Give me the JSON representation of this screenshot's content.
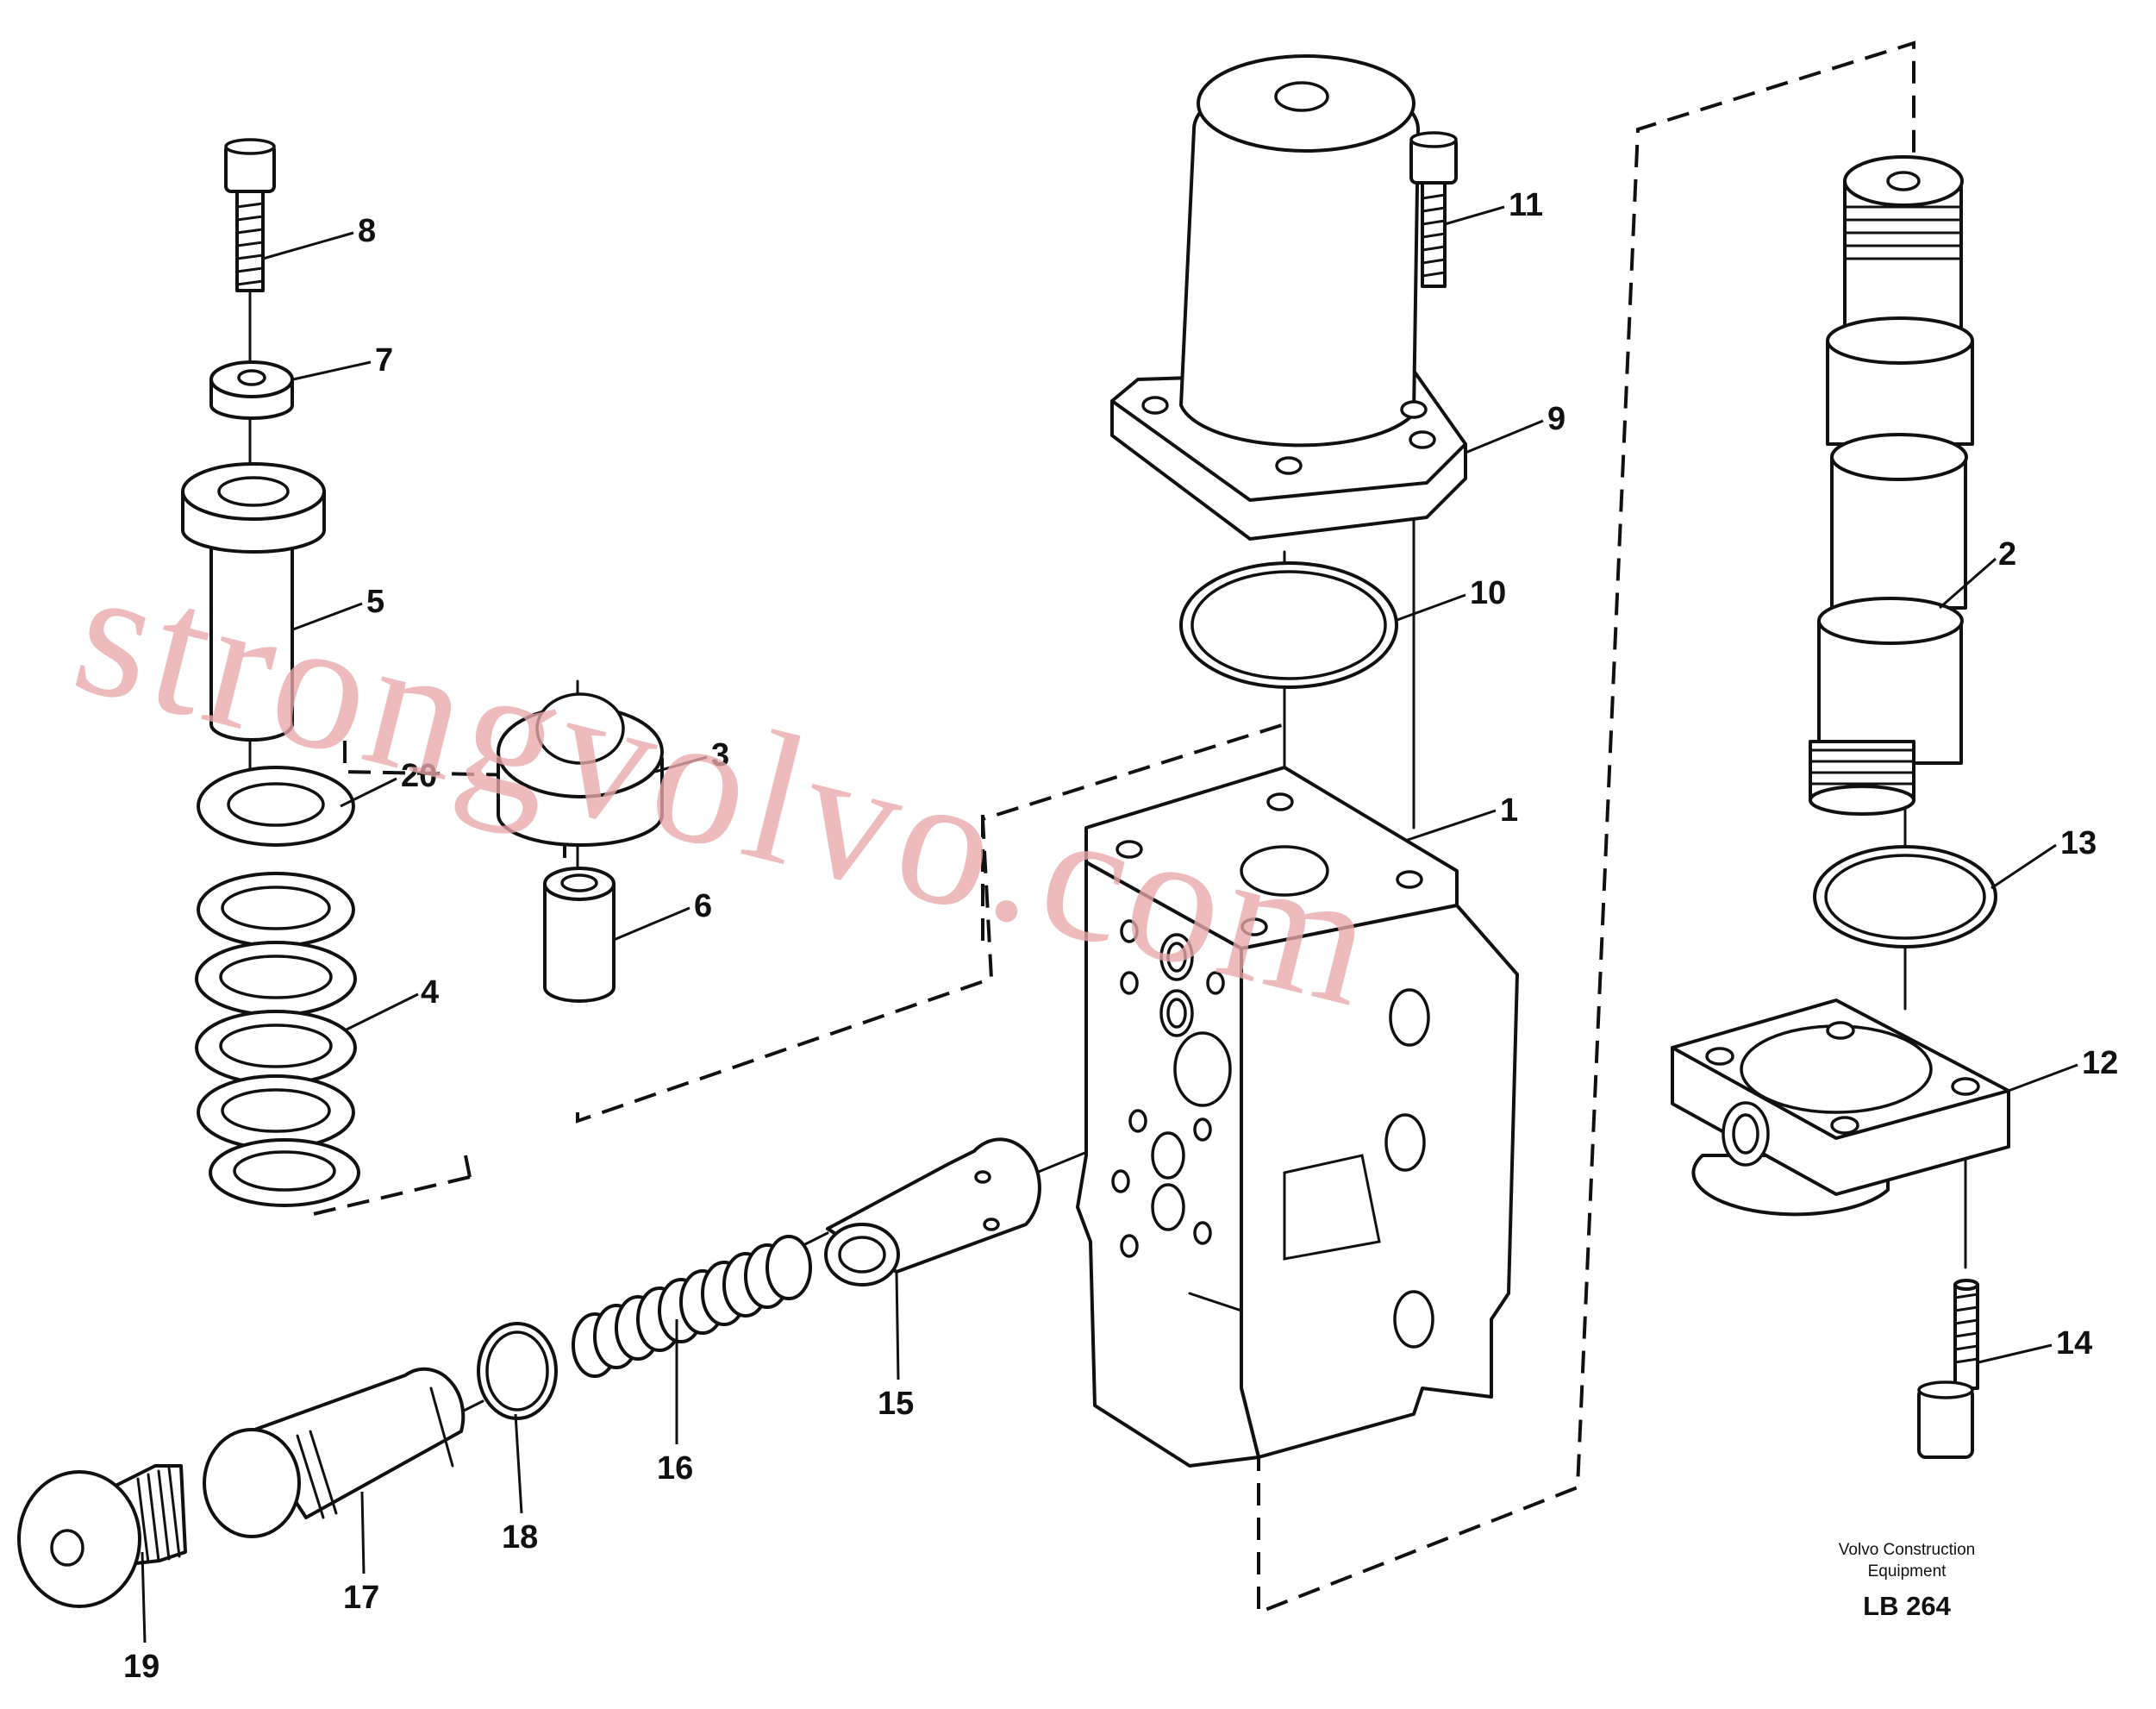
{
  "callouts": {
    "c1": "1",
    "c2": "2",
    "c3": "3",
    "c4": "4",
    "c5": "5",
    "c6": "6",
    "c7": "7",
    "c8": "8",
    "c9": "9",
    "c10": "10",
    "c11": "11",
    "c12": "12",
    "c13": "13",
    "c14": "14",
    "c15": "15",
    "c16": "16",
    "c17": "17",
    "c18": "18",
    "c19": "19",
    "c20": "20"
  },
  "brand": {
    "line1": "Volvo Construction",
    "line2": "Equipment",
    "ref": "LB 264"
  },
  "watermark": "strongvolvo.com",
  "colors": {
    "ink": "#111111",
    "watermark": "#e9a9a9",
    "background": "#ffffff"
  }
}
